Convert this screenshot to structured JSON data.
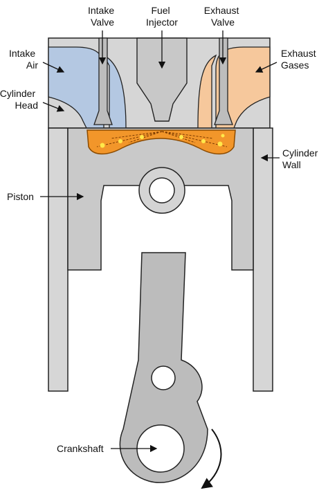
{
  "labels": {
    "intake_valve": [
      "Intake",
      "Valve"
    ],
    "fuel_injector": [
      "Fuel",
      "Injector"
    ],
    "exhaust_valve": [
      "Exhaust",
      "Valve"
    ],
    "intake_air": [
      "Intake",
      "Air"
    ],
    "exhaust_gases": [
      "Exhaust",
      "Gases"
    ],
    "cylinder_head": [
      "Cylinder",
      "Head"
    ],
    "cylinder_wall": [
      "Cylinder",
      "Wall"
    ],
    "piston": "Piston",
    "crankshaft": "Crankshaft"
  },
  "colors": {
    "intake_air": "#b4c8e2",
    "exhaust_gases": "#f6c89c",
    "metal": "#d4d4d4",
    "metal_dark": "#b0b0b0",
    "combustion": "#f2962a",
    "spark": "#ffe84a",
    "outline": "#222222"
  }
}
